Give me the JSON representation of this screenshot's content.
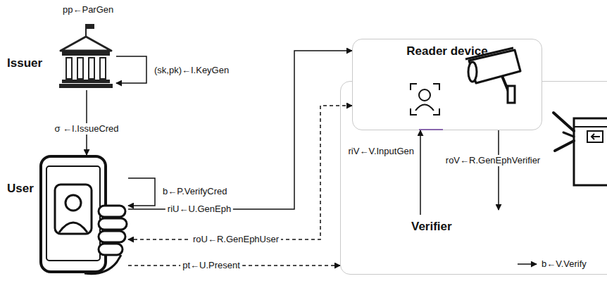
{
  "diagram": {
    "nodes": [
      {
        "text": [
          "Issuer"
        ]
      },
      {
        "text": [
          "User"
        ]
      },
      {
        "text": [
          "Reader device"
        ]
      },
      {
        "text": [
          "Verifier"
        ]
      }
    ],
    "edges": [
      {
        "from": 0,
        "to": 0,
        "label": "(sk,pk)←I.KeyGen",
        "arrow": "to"
      },
      {
        "from": 0,
        "to": 1,
        "label": "σ ←I.IssueCred",
        "arrow": "to"
      },
      {
        "from": 1,
        "to": 1,
        "label": "b←P.VerifyCred",
        "arrow": "to"
      },
      {
        "from": 1,
        "to": 2,
        "label": "riU←U.GenEph",
        "arrow": "to"
      },
      {
        "from": 2,
        "to": 1,
        "label": "roU←R.GenEphUser",
        "arrow": "both"
      },
      {
        "from": 3,
        "to": 2,
        "label": "riV←V.InputGen",
        "arrow": "to"
      },
      {
        "from": 2,
        "to": 3,
        "label": "roV←R.GenEphVerifier",
        "arrow": "to"
      },
      {
        "from": 1,
        "to": 3,
        "label": "pt←U.Present",
        "arrow": "to"
      }
    ],
    "labels": [
      "pp←ParGen",
      "b←V.Verify"
    ]
  }
}
